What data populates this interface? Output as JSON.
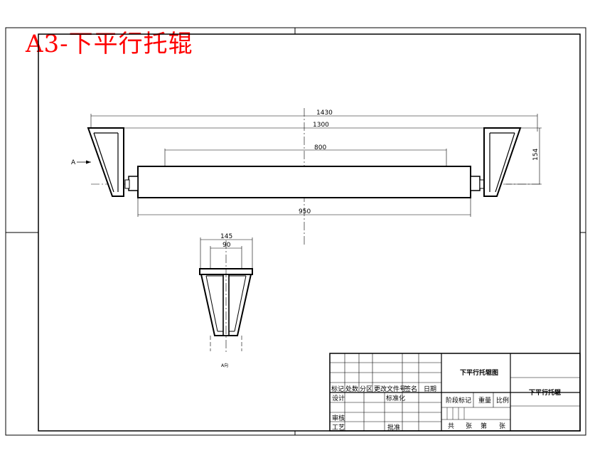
{
  "drawing": {
    "sheet_title": "A3-下平行托辊",
    "dimensions": {
      "overall_length": "1430",
      "bracket_span": "1300",
      "middle_span": "800",
      "roller_length": "950",
      "bracket_height": "154",
      "bracket_width": "145",
      "bracket_inner": "90"
    },
    "view_arrow_label": "A",
    "section_label": "A向"
  },
  "title_block": {
    "drawing_name": "下平行托辊图",
    "part_name": "下平行托辊",
    "header_labels": [
      "标记",
      "处数",
      "分区",
      "更改文件号",
      "签名",
      "日期"
    ],
    "design": "设计",
    "standardization": "标准化",
    "review": "审核",
    "process": "工艺",
    "approve": "批准",
    "stage_mark": "阶段标记",
    "weight": "重量",
    "scale": "比例",
    "sheets_total": "共",
    "sheets_label": "张",
    "sheet_no": "第",
    "sheet_label": "张"
  }
}
